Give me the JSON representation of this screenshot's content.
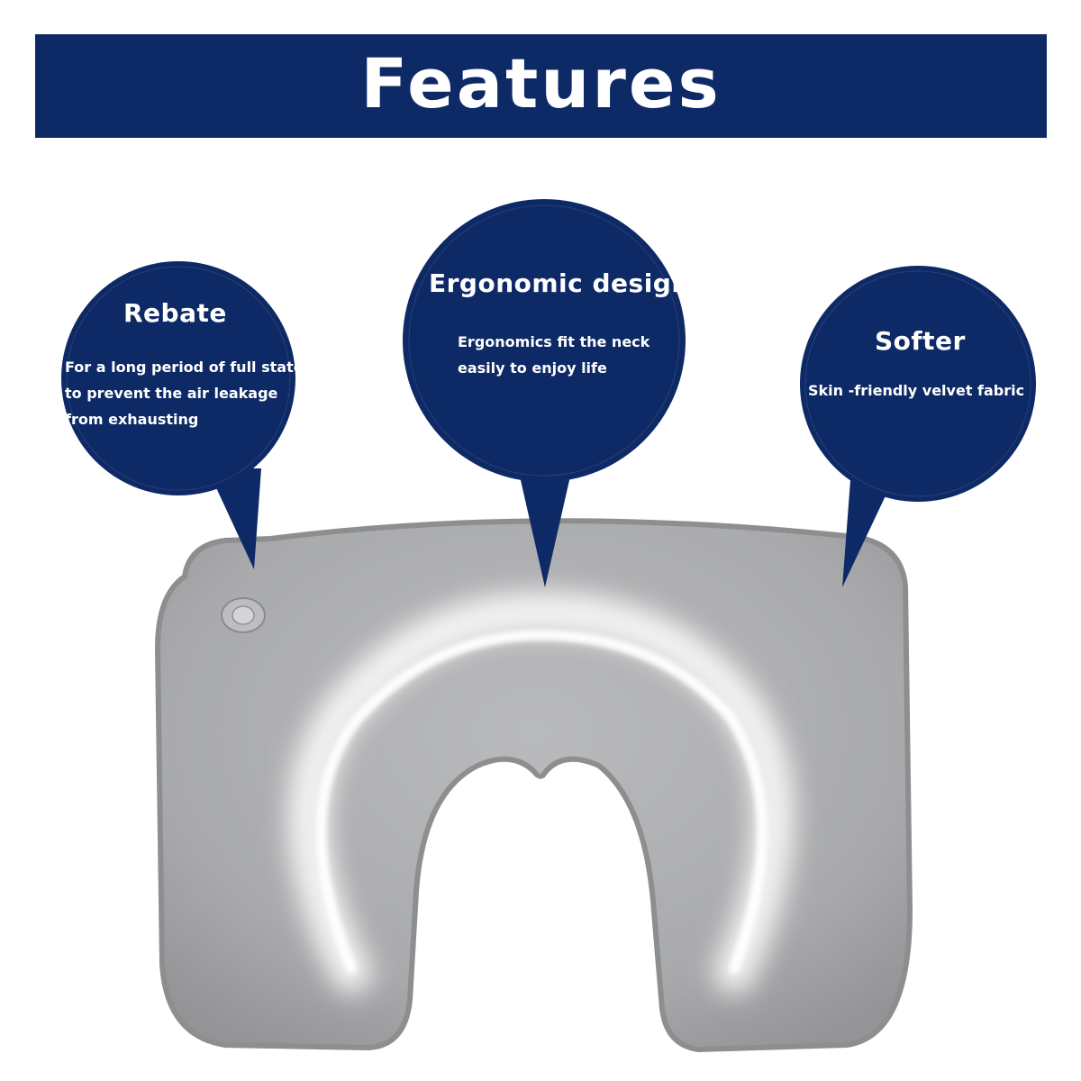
{
  "banner": {
    "title": "Features"
  },
  "features": [
    {
      "title": "Rebate",
      "lines": [
        "For a long period of full state",
        "to prevent the air leakage",
        "from exhausting"
      ]
    },
    {
      "title": "Ergonomic design",
      "lines": [
        "Ergonomics fit the neck",
        "easily to enjoy life"
      ]
    },
    {
      "title": "Softer",
      "lines": [
        "Skin -friendly velvet fabric"
      ]
    }
  ],
  "colors": {
    "navy": "#0e2a66",
    "pillow_gray": "#a8a9ab",
    "pillow_edge": "#8f9092",
    "background": "#ffffff"
  }
}
